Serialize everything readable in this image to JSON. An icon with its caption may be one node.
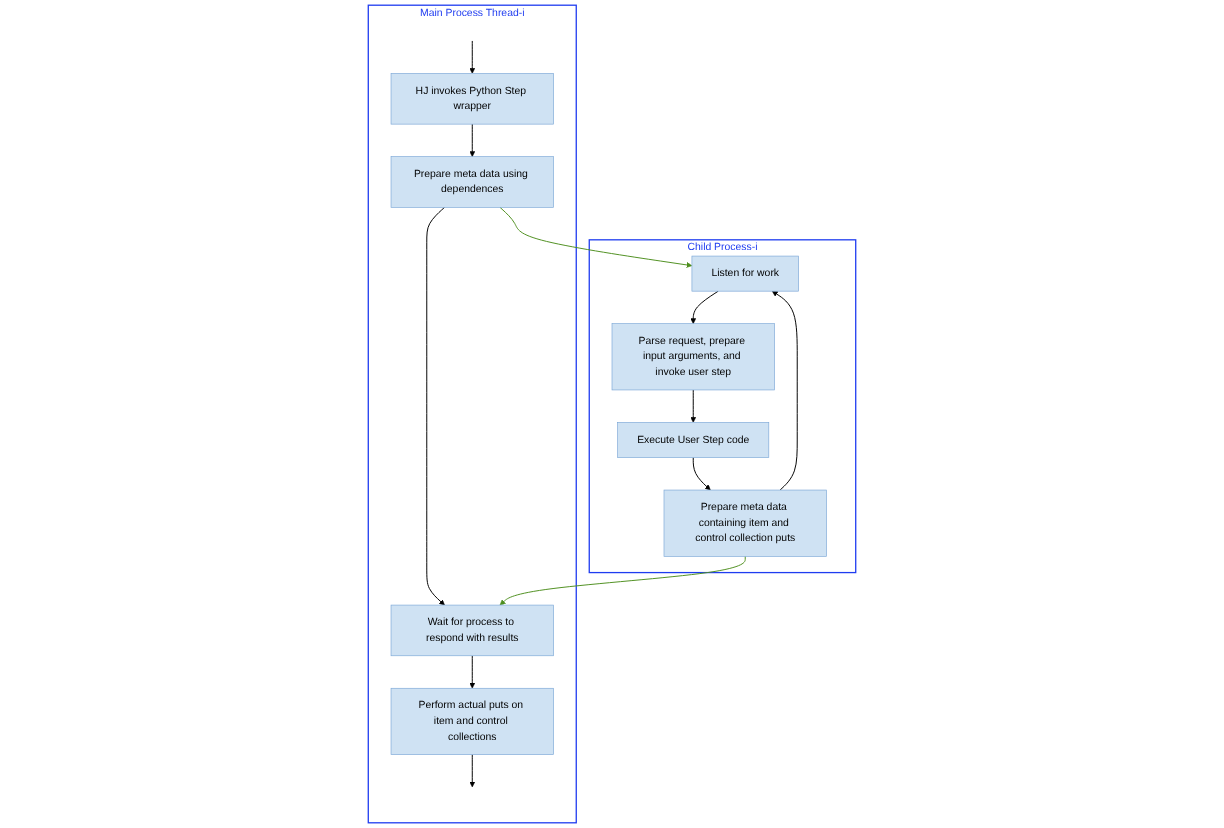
{
  "diagram": {
    "nodes": [
      {
        "text": [
          "Main Process Thread-i"
        ]
      },
      {
        "text": [
          "HJ invokes Python Step wrapper"
        ],
        "in": 0
      },
      {
        "text": [
          "Prepare meta data using dependences"
        ],
        "in": 0
      },
      {
        "text": [
          "Wait for process to respond with results"
        ],
        "in": 0
      },
      {
        "text": [
          "Perform actual puts on item and control collections"
        ],
        "in": 0
      },
      {
        "text": [
          "Child Process-i"
        ]
      },
      {
        "text": [
          "Listen for work"
        ],
        "in": 5
      },
      {
        "text": [
          "Parse request, prepare input arguments, and invoke user step"
        ],
        "in": 5
      },
      {
        "text": [
          "Execute User Step code"
        ],
        "in": 5
      },
      {
        "text": [
          "Prepare meta data containing item and control collection puts"
        ],
        "in": 5
      }
    ],
    "edges": [
      {
        "from": null,
        "to": 1,
        "arrow": "to"
      },
      {
        "from": 1,
        "to": 2,
        "arrow": "to"
      },
      {
        "from": 2,
        "to": 3,
        "arrow": "to"
      },
      {
        "from": 3,
        "to": 4,
        "arrow": "to"
      },
      {
        "from": 4,
        "to": null,
        "arrow": "to"
      },
      {
        "from": 2,
        "to": 6,
        "arrow": "to",
        "color": "#4e8f1f"
      },
      {
        "from": 6,
        "to": 7,
        "arrow": "to"
      },
      {
        "from": 7,
        "to": 8,
        "arrow": "to"
      },
      {
        "from": 8,
        "to": 9,
        "arrow": "to"
      },
      {
        "from": 9,
        "to": 3,
        "arrow": "to",
        "color": "#4e8f1f"
      },
      {
        "from": 9,
        "to": 6,
        "arrow": "to"
      }
    ]
  }
}
